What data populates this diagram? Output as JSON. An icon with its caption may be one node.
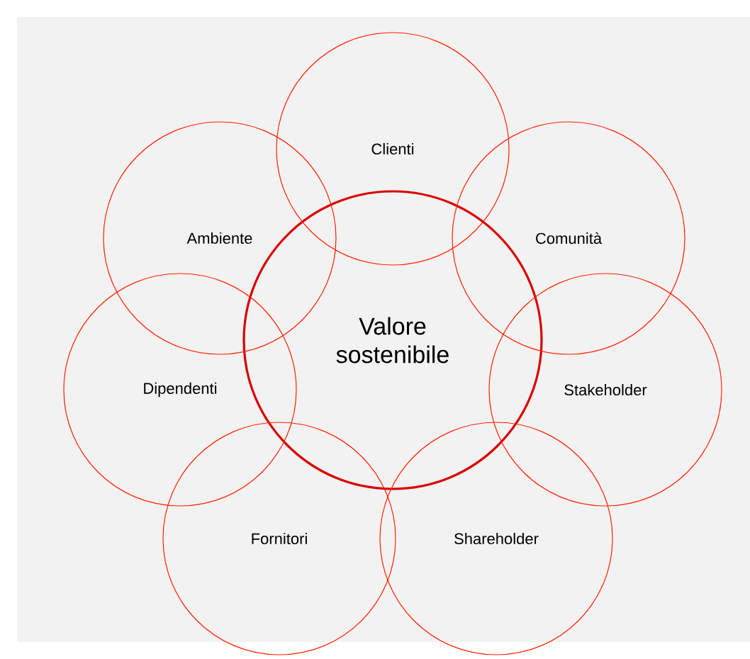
{
  "diagram": {
    "nodes": [
      {
        "text": [
          "Valore sostenibile"
        ]
      },
      {
        "text": [
          "Clienti"
        ]
      },
      {
        "text": [
          "Comunità"
        ]
      },
      {
        "text": [
          "Stakeholder"
        ]
      },
      {
        "text": [
          "Shareholder"
        ]
      },
      {
        "text": [
          "Fornitori"
        ]
      },
      {
        "text": [
          "Dipendenti"
        ]
      },
      {
        "text": [
          "Ambiente"
        ]
      }
    ]
  }
}
